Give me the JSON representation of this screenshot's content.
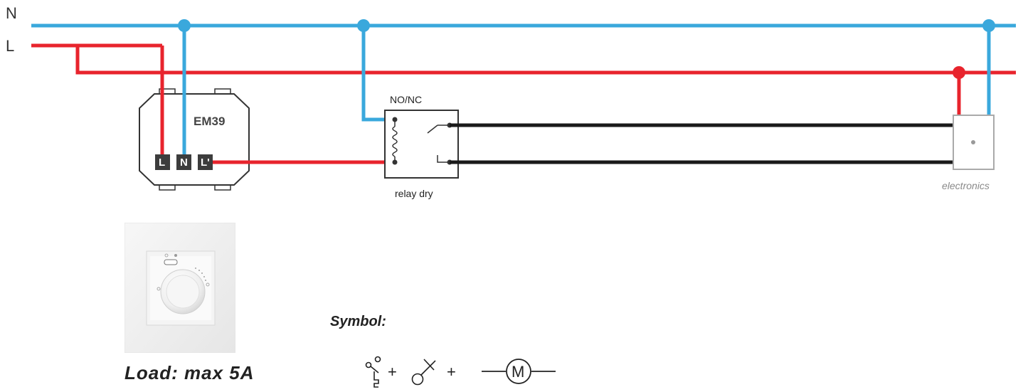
{
  "rails": {
    "neutral_label": "N",
    "live_label": "L",
    "neutral_color": "#3aa8dc",
    "live_color": "#e8242d",
    "load_wire_color": "#1a1a1a"
  },
  "em39": {
    "title": "EM39",
    "terminals": [
      "L",
      "N",
      "L'"
    ]
  },
  "relay": {
    "top_label": "NO/NC",
    "bottom_label": "relay dry"
  },
  "electronics": {
    "label": "electronics"
  },
  "symbol_label": "Symbol:",
  "load_label": "Load: max 5A",
  "symbols": {
    "plus_1": "+",
    "plus_2": "+",
    "motor_letter": "M"
  }
}
